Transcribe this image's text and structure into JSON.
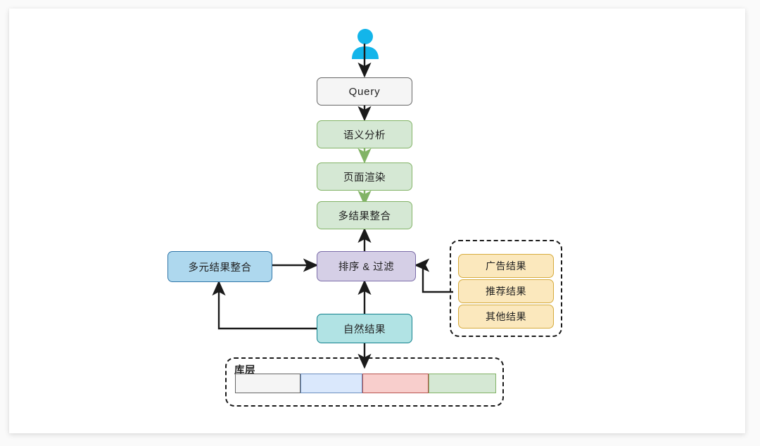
{
  "diagram": {
    "type": "flowchart",
    "title": "",
    "actor": {
      "icon": "user-person-icon",
      "color": "#13b5ea"
    },
    "nodes": [
      {
        "id": "query",
        "label": "Query",
        "style": "query"
      },
      {
        "id": "semantic",
        "label": "语义分析",
        "style": "green"
      },
      {
        "id": "render",
        "label": "页面渲染",
        "style": "green"
      },
      {
        "id": "merge",
        "label": "多结果整合",
        "style": "green"
      },
      {
        "id": "multimerge",
        "label": "多元结果整合",
        "style": "blue"
      },
      {
        "id": "rankfilter",
        "label": "排序 & 过滤",
        "style": "purple"
      },
      {
        "id": "natural",
        "label": "自然结果",
        "style": "teal"
      }
    ],
    "result_group": {
      "items": [
        {
          "id": "ad",
          "label": "广告结果"
        },
        {
          "id": "rec",
          "label": "推荐结果"
        },
        {
          "id": "others",
          "label": "其他结果"
        }
      ]
    },
    "storage_group": {
      "label": "库层",
      "segments": [
        {
          "id": "seg-gray",
          "fill": "#f5f5f5",
          "border": "#666666"
        },
        {
          "id": "seg-blue",
          "fill": "#dae8fc",
          "border": "#6c8ebf"
        },
        {
          "id": "seg-red",
          "fill": "#f8cecc",
          "border": "#b85450"
        },
        {
          "id": "seg-green",
          "fill": "#d5e8d4",
          "border": "#82b366"
        }
      ]
    },
    "colors": {
      "canvas": "#ffffff",
      "page_background": "#fafafa",
      "edge_black": "#1a1a1a",
      "edge_green": "#82b366",
      "actor_cyan": "#13b5ea"
    }
  }
}
